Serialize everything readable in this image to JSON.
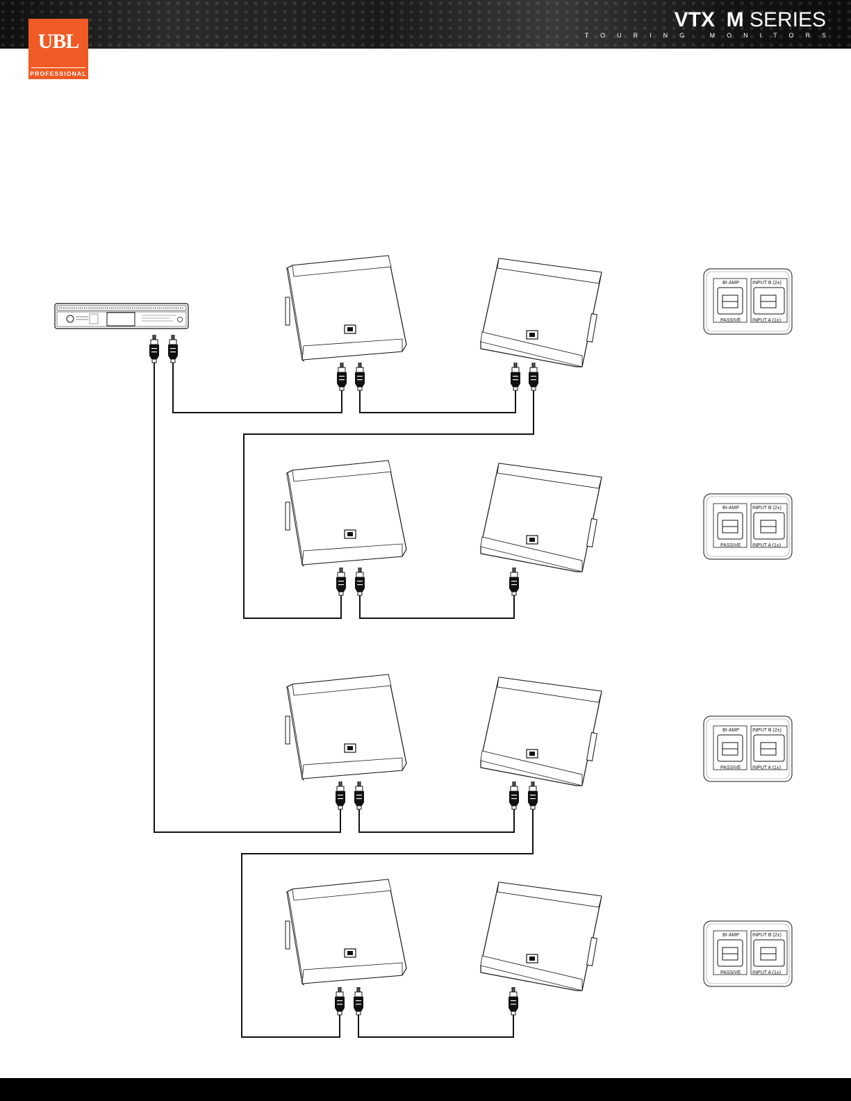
{
  "header": {
    "logo_main": "UBL",
    "logo_sub": "PROFESSIONAL",
    "series_title_bold": "VTX  M",
    "series_title_light": " SERIES",
    "series_subtitle": "TOURING MONITORS"
  },
  "switch_panels": [
    {
      "bi_amp": "BI-AMP",
      "passive": "PASSIVE",
      "input_b": "INPUT B (2±)",
      "input_a": "INPUT A (1±)",
      "setting": "passive"
    },
    {
      "bi_amp": "BI-AMP",
      "passive": "PASSIVE",
      "input_b": "INPUT B (2±)",
      "input_a": "INPUT A (1±)",
      "setting": "passive"
    },
    {
      "bi_amp": "BI-AMP",
      "passive": "PASSIVE",
      "input_b": "INPUT B (2±)",
      "input_a": "INPUT A (1±)",
      "setting": "passive"
    },
    {
      "bi_amp": "BI-AMP",
      "passive": "PASSIVE",
      "input_b": "INPUT B (2±)",
      "input_a": "INPUT A (1±)",
      "setting": "passive"
    }
  ],
  "colors": {
    "brand_orange": "#f05a24",
    "header_dark": "#1c1c1c",
    "line": "#111111"
  }
}
